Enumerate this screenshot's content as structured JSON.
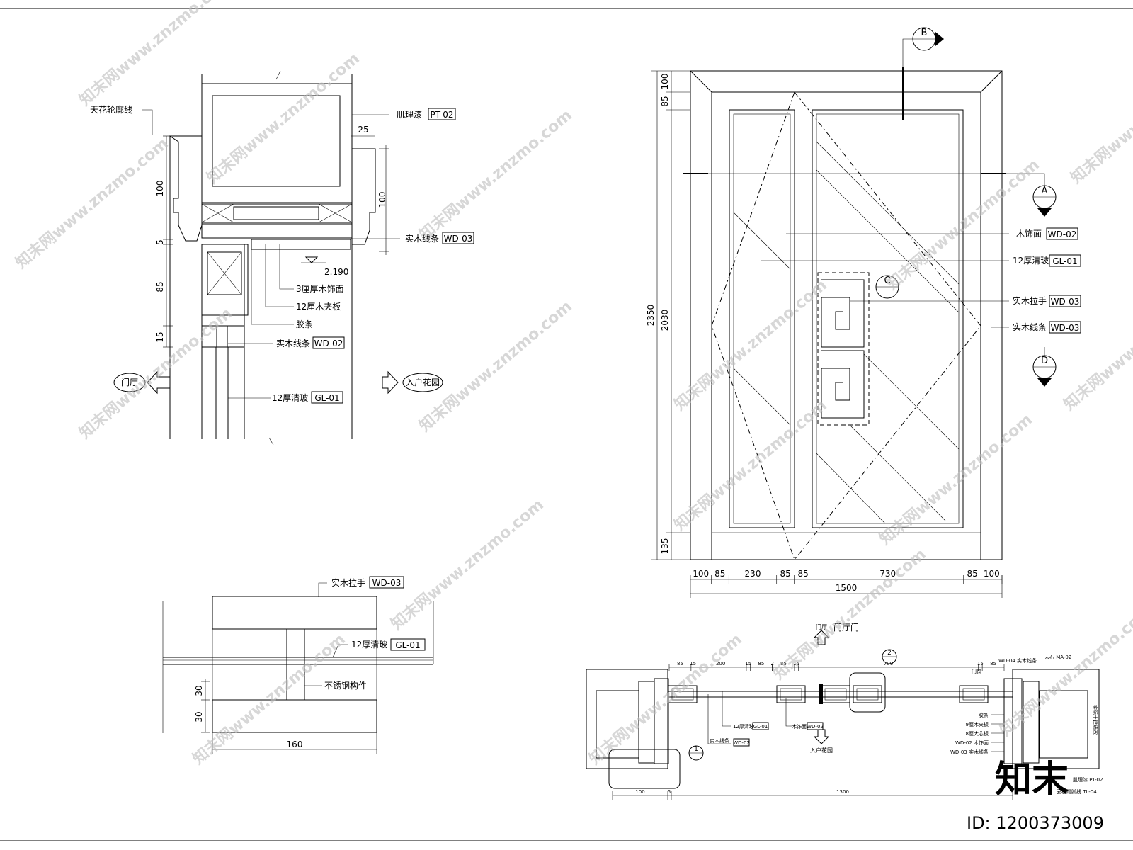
{
  "watermark": {
    "text": "知末网www.znzmo.com",
    "corner_logo": "知末",
    "id_label": "ID: 1200373009"
  },
  "head_section": {
    "labels": {
      "ceiling_line": "天花轮廓线",
      "texture_paint": "肌理漆",
      "texture_paint_code": "PT-02",
      "solid_wood_line_top": "实木线条",
      "solid_wood_line_top_code": "WD-03",
      "veneer": "3厘厚木饰面",
      "plywood": "12厘木夹板",
      "glue_strip": "胶条",
      "solid_wood_line": "实木线条",
      "solid_wood_line_code": "WD-02",
      "glass": "12厚清玻",
      "glass_code": "GL-01",
      "left_room": "门厅",
      "right_room": "入户花园",
      "level": "2.190"
    },
    "dims": {
      "d100a": "100",
      "d5": "5",
      "d85": "85",
      "d15": "15",
      "d25": "25",
      "d100b": "100"
    }
  },
  "handle_section": {
    "labels": {
      "handle": "实木拉手",
      "handle_code": "WD-03",
      "glass": "12厚清玻",
      "glass_code": "GL-01",
      "steel": "不锈钢构件"
    },
    "dims": {
      "h1": "30",
      "h2": "30",
      "w": "160"
    }
  },
  "elevation": {
    "sections": {
      "b": "B",
      "a": "A",
      "c": "C",
      "d": "D"
    },
    "labels": {
      "veneer": "木饰面",
      "veneer_code": "WD-02",
      "glass": "12厚清玻",
      "glass_code": "GL-01",
      "handle": "实木拉手",
      "handle_code": "WD-03",
      "line": "实木线条",
      "line_code": "WD-03"
    },
    "vdims": {
      "total": "2350",
      "door": "2030",
      "top1": "100",
      "top2": "85",
      "bottom": "135"
    },
    "hdims": [
      "100",
      "85",
      "230",
      "85",
      "85",
      "730",
      "85",
      "100"
    ],
    "width_total": "1500",
    "title": "门厅门"
  },
  "plan_section": {
    "dir_top": "门厅",
    "dir_bottom": "入户花园",
    "top_dims": [
      "85",
      "15",
      "200",
      "15",
      "85",
      "2",
      "85",
      "15",
      "700",
      "15",
      "85"
    ],
    "labels": {
      "glass": "12厚清玻",
      "glass_code": "GL-01",
      "line": "实木线条",
      "line_code": "WD-02",
      "veneer": "木饰面",
      "veneer_code": "WD-02",
      "top_right_a": "WD-04 实木线条",
      "top_right_b": "云石 MA-02",
      "hinge": "门铰",
      "glue": "胶条",
      "ply9": "9厘木夹板",
      "block18": "18厘大芯板",
      "veneer_r": "WD-02 木饰面",
      "line_r": "WD-03 实木线条",
      "paint": "肌理漆 PT-02",
      "skirting": "云石踢脚线 TL-04",
      "wall_note": "实际土建墙宽",
      "mark": "2",
      "mark2": "1"
    },
    "bottom_dims": [
      "100",
      "5",
      "1300"
    ]
  }
}
